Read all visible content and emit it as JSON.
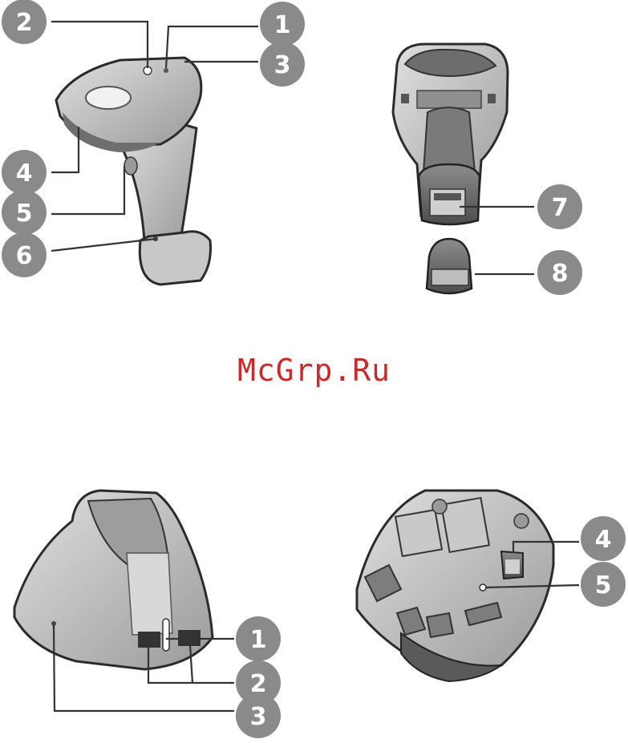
{
  "colors": {
    "badge": "#8a8a8a",
    "badge_text": "#ffffff",
    "watermark": "#cc2a2a",
    "device_fill": "#bdbdbd",
    "device_dark": "#4a4a4a"
  },
  "watermark": {
    "text": "McGrp.Ru"
  },
  "scanner_front": {
    "callouts": [
      "1",
      "2",
      "3",
      "4",
      "5",
      "6"
    ]
  },
  "scanner_back": {
    "callouts": [
      "7",
      "8"
    ]
  },
  "cradle_front": {
    "callouts": [
      "1",
      "2",
      "3"
    ]
  },
  "cradle_bottom": {
    "callouts": [
      "4",
      "5"
    ]
  }
}
